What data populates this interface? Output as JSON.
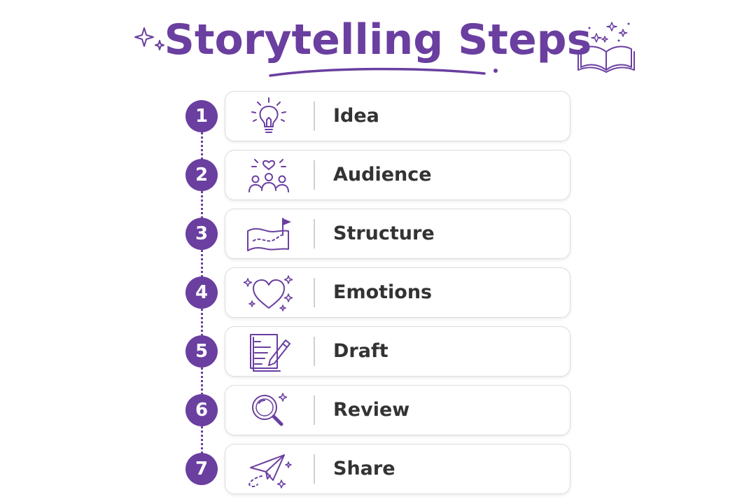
{
  "title": "Storytelling Steps",
  "colors": {
    "accent": "#6a3fa0",
    "text": "#333333",
    "border": "#dcdcdc"
  },
  "steps": [
    {
      "number": "1",
      "label": "Idea",
      "icon": "lightbulb-icon"
    },
    {
      "number": "2",
      "label": "Audience",
      "icon": "audience-icon"
    },
    {
      "number": "3",
      "label": "Structure",
      "icon": "map-flag-icon"
    },
    {
      "number": "4",
      "label": "Emotions",
      "icon": "heart-icon"
    },
    {
      "number": "5",
      "label": "Draft",
      "icon": "notepad-pencil-icon"
    },
    {
      "number": "6",
      "label": "Review",
      "icon": "magnifier-icon"
    },
    {
      "number": "7",
      "label": "Share",
      "icon": "paper-plane-icon"
    }
  ]
}
